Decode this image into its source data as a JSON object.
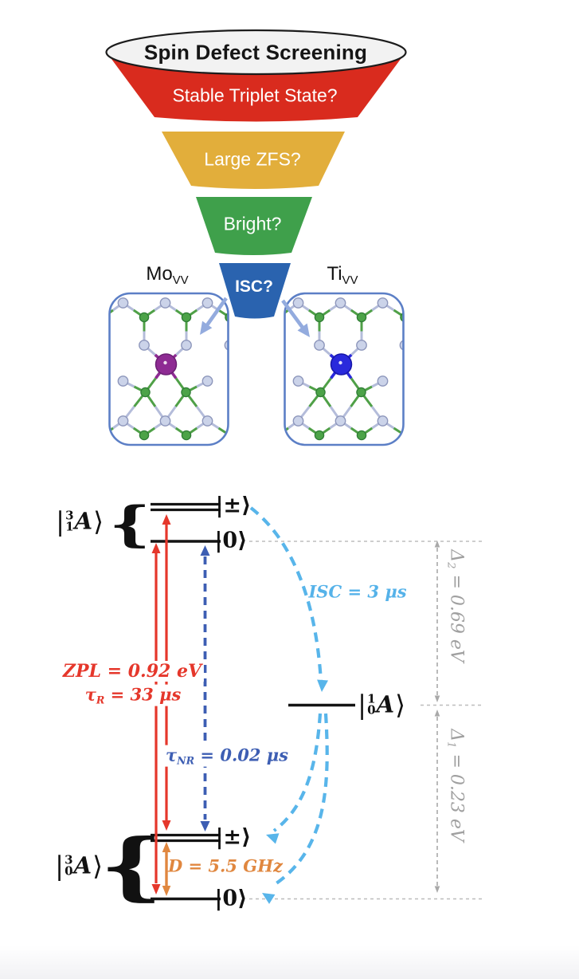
{
  "funnel": {
    "title": "Spin Defect Screening",
    "bowl_fill": "#F2F2F2",
    "bowl_stroke": "#1C1C1C",
    "stages": [
      {
        "label": "Stable Triplet State?",
        "color": "#D92B1E"
      },
      {
        "label": "Large ZFS?",
        "color": "#E2AE3B"
      },
      {
        "label": "Bright?",
        "color": "#3FA04B"
      },
      {
        "label": "ISC?",
        "color": "#2A63AF"
      }
    ]
  },
  "candidates": [
    {
      "name": "Mo",
      "sub": "VV",
      "defect_fill": "#8E2B93",
      "defect_stroke": "#6B1F73"
    },
    {
      "name": "Ti",
      "sub": "VV",
      "defect_fill": "#2929DC",
      "defect_stroke": "#1717A8"
    }
  ],
  "diagram": {
    "ket_bar": "|",
    "ket_angle": "⟩",
    "kets": {
      "excited_triplet": {
        "sup": "3",
        "sub": "1",
        "letter": "A"
      },
      "ground_triplet": {
        "sup": "3",
        "sub": "0",
        "letter": "A"
      },
      "singlet": {
        "sup": "1",
        "sub": "0",
        "letter": "A"
      }
    },
    "level_labels": {
      "plus": "|±⟩",
      "zero": "|0⟩"
    },
    "annotations": {
      "zpl": "ZPL = 0.92 eV",
      "tau_r": {
        "sym": "τ",
        "sub": "R",
        "rest": " = 33 μs"
      },
      "tau_nr": {
        "sym": "τ",
        "sub": "NR",
        "rest": " = 0.02 μs"
      },
      "isc": "ISC = 3 μs",
      "zfs": "D = 5.5 GHz",
      "delta2": {
        "sym": "Δ",
        "sub": "2",
        "rest": " = 0.69 eV"
      },
      "delta1": {
        "sym": "Δ",
        "sub": "1",
        "rest": " = 0.23 eV"
      }
    }
  },
  "colors": {
    "level": "#141414",
    "arrow_red": "#E5372B",
    "arrow_dark_blue": "#3D5EB3",
    "arrow_light_blue": "#58B5EA",
    "arrow_orange": "#E0873F",
    "dim_gray": "#A9A9A9",
    "guide_gray": "#BDBDBD",
    "panel_border": "#5C7FC6",
    "funnel_arrow": "#93ABDE",
    "atom_gray_fill": "#CBD3E9",
    "atom_gray_stroke": "#8D96BB",
    "atom_gray_bond": "#B4BCDA",
    "atom_green_fill": "#4CA348",
    "atom_green_stroke": "#2F7D35",
    "atom_green_bond": "#4FA047",
    "label_gray": "#A0A0A0"
  }
}
